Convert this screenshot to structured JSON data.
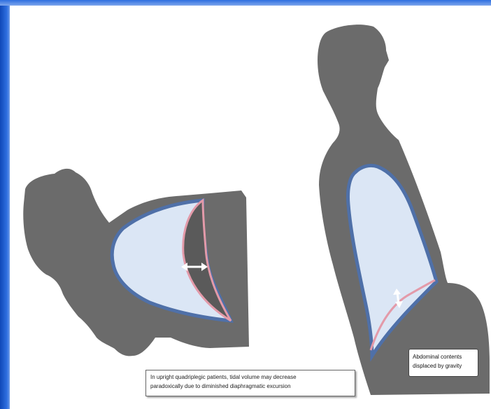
{
  "caption": {
    "line1": "In upright quadriplegic patients, tidal volume may decrease",
    "line2": "paradoxically due to diminished diaphragmatic excursion"
  },
  "abdomen_label": {
    "line1": "Abdominal contents",
    "line2": "displaced by gravity"
  },
  "colors": {
    "border_blue": "#1f5fd6",
    "silhouette": "#6b6b6b",
    "lung_fill": "#dbe6f5",
    "lung_outline": "#4f70a8",
    "diaphragm": "#e39aa9"
  }
}
